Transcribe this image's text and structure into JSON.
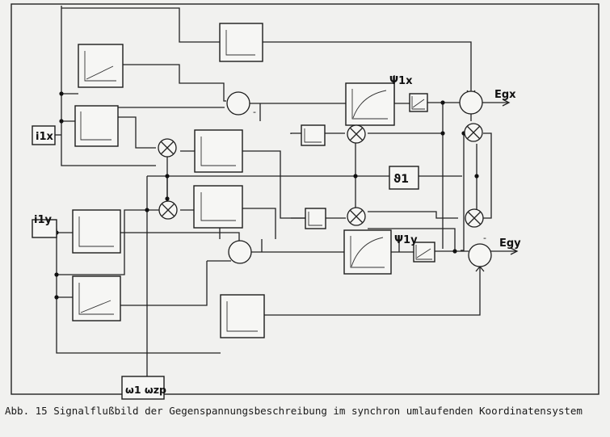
{
  "diagram": {
    "labels": {
      "input_x": "i1x",
      "input_y": "i1y",
      "output_x": "Egx",
      "output_y": "Egy",
      "psi_x": "Ψ1x",
      "psi_y": "Ψ1y",
      "theta": "ϑ1",
      "omega": "ω1 ωzp"
    }
  },
  "caption": {
    "number": "Abb. 15",
    "text": "Signalflußbild der Gegenspannungsbeschreibung im synchron umlaufenden Koordinatensystem"
  }
}
